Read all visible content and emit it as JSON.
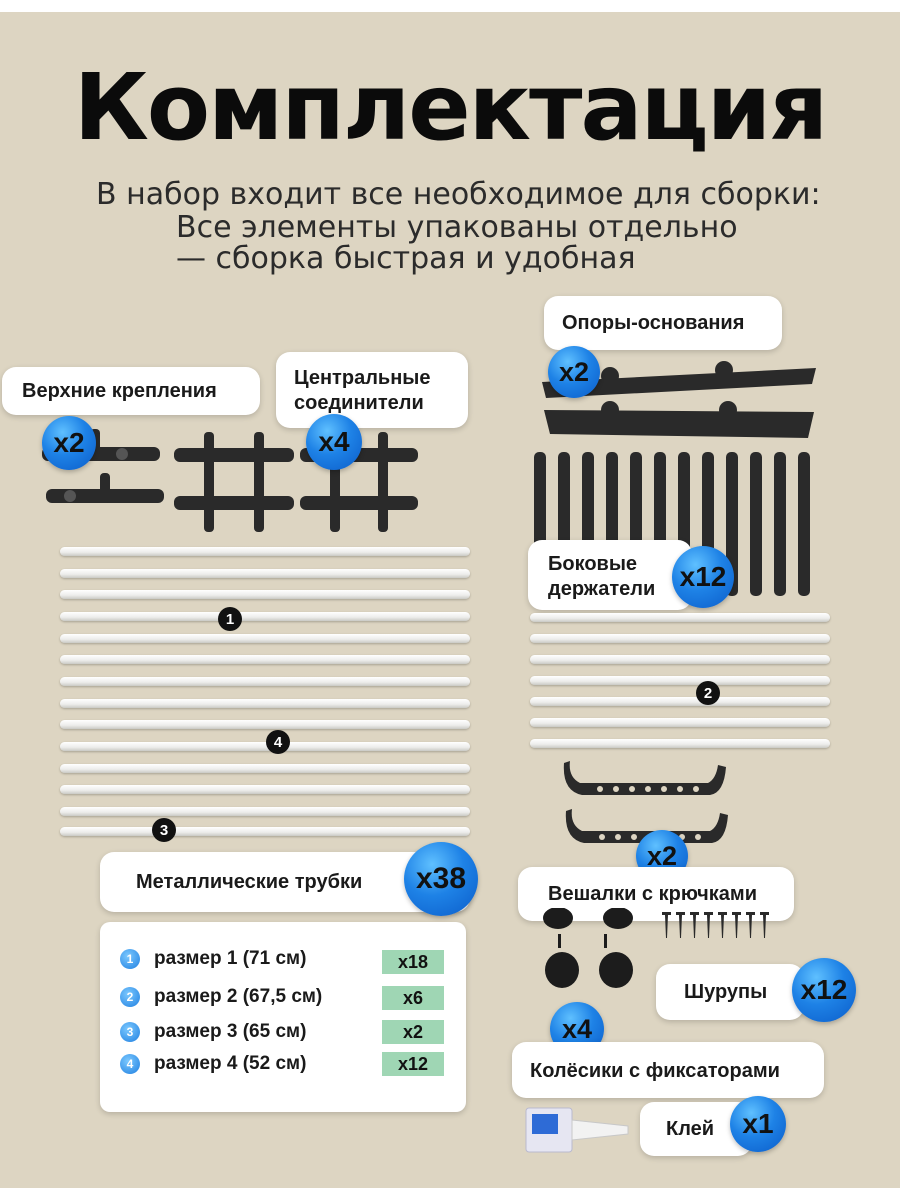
{
  "title": "Комплектация",
  "subtitle": {
    "line1": "В набор входит все необходимое для сборки:",
    "line2": "Все элементы упакованы отдельно",
    "line3": "— сборка быстрая и удобная"
  },
  "parts": {
    "top_mounts": {
      "label": "Верхние крепления",
      "count": "x2"
    },
    "central_connectors": {
      "label_line1": "Центральные",
      "label_line2": "соединители",
      "count": "x4"
    },
    "base_supports": {
      "label": "Опоры-основания",
      "count": "x2"
    },
    "side_holders": {
      "label_line1": "Боковые",
      "label_line2": "держатели",
      "count": "x12"
    },
    "hangers": {
      "label": "Вешалки с крючками",
      "count": "x2"
    },
    "screws": {
      "label": "Шурупы",
      "count": "x12"
    },
    "wheels": {
      "label": "Колёсики с фиксаторами",
      "count": "x4"
    },
    "glue": {
      "label": "Клей",
      "count": "x1"
    },
    "metal_tubes": {
      "label": "Металлические трубки",
      "count": "x38"
    }
  },
  "tube_markers": [
    "1",
    "2",
    "3",
    "4"
  ],
  "tube_sizes": [
    {
      "num": "1",
      "text": "размер 1 (71 см)",
      "qty": "x18"
    },
    {
      "num": "2",
      "text": "размер 2 (67,5 см)",
      "qty": "x6"
    },
    {
      "num": "3",
      "text": "размер 3 (65 см)",
      "qty": "x2"
    },
    {
      "num": "4",
      "text": "размер 4 (52 см)",
      "qty": "x12"
    }
  ],
  "colors": {
    "background": "#ddd5c2",
    "badge": "#1e82e6",
    "qty_box": "#9fd6b4",
    "parts": "#2a2a2a"
  },
  "icons": [
    "top-mount-icon",
    "connector-icon",
    "base-support-icon",
    "side-holder-icon",
    "hanger-icon",
    "screw-icon",
    "wheel-icon",
    "glue-tube-icon"
  ]
}
